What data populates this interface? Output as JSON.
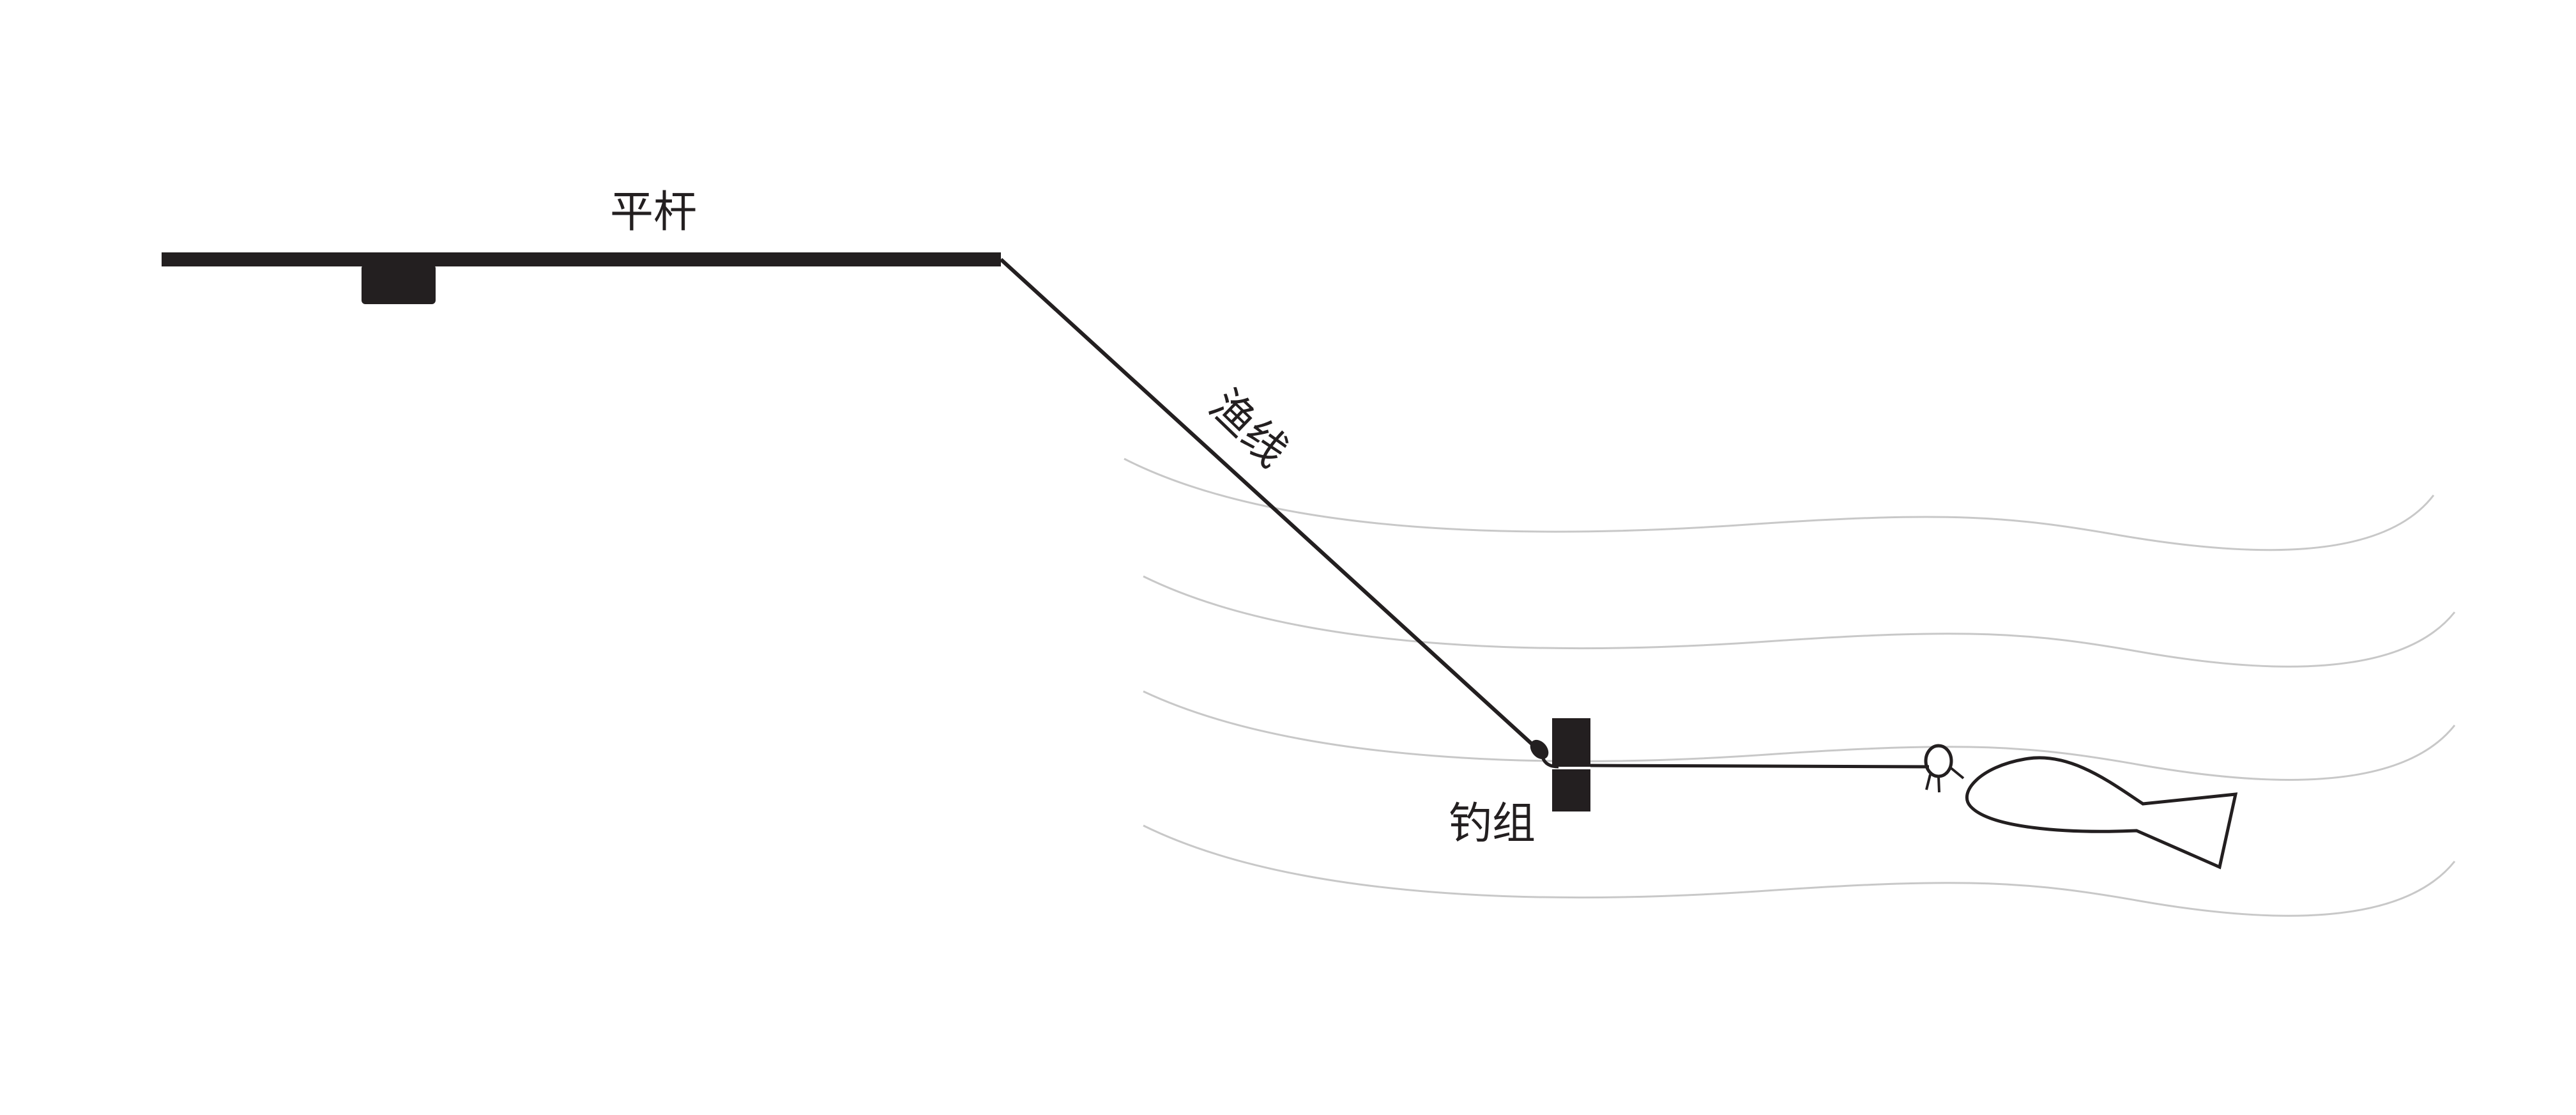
{
  "colors": {
    "ink": "#231f20",
    "water_line": "#c8c8c8",
    "background": "#ffffff"
  },
  "labels": {
    "rod": "平杆",
    "fishing_line": "渔线",
    "hook_set": "钓组"
  },
  "icons": {
    "fish": "fish-icon",
    "bait_float": "bait-float-icon",
    "rod_reel": "reel-seat-icon",
    "sinker": "sinker-icon"
  }
}
